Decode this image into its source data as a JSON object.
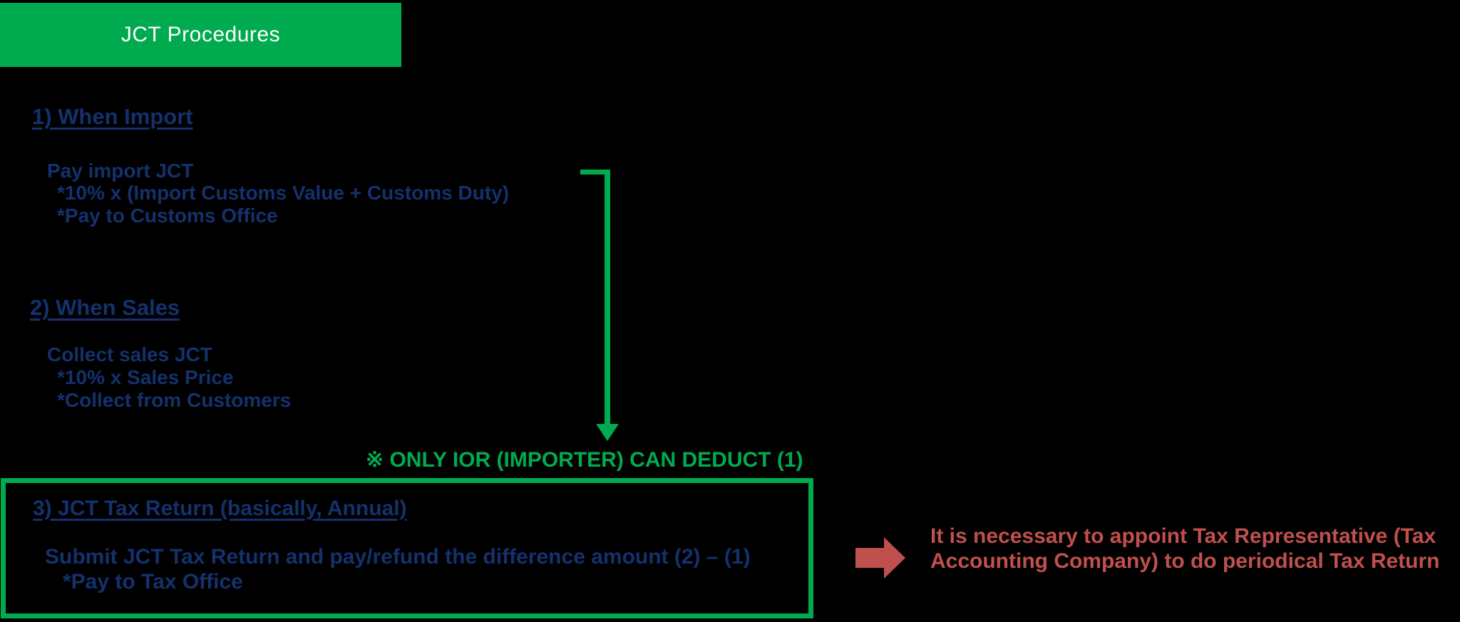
{
  "header": {
    "title": "JCT Procedures"
  },
  "sections": {
    "import": {
      "heading": "1) When Import",
      "line1": "Pay import JCT",
      "line2": "*10% x (Import Customs Value + Customs Duty)",
      "line3": "*Pay to Customs Office"
    },
    "sales": {
      "heading": "2) When Sales",
      "line1": "Collect sales JCT",
      "line2": "*10% x Sales Price",
      "line3": "*Collect from Customers"
    },
    "tax_return": {
      "heading": "3) JCT Tax Return (basically, Annual)",
      "line1": "Submit JCT Tax Return and pay/refund the difference amount (2) – (1)",
      "line2": "*Pay to Tax Office"
    }
  },
  "note": {
    "text": "※ ONLY IOR (IMPORTER) CAN DEDUCT (1)"
  },
  "callout": {
    "line1": "It is necessary to appoint Tax Representative (Tax",
    "line2": "Accounting Company) to do periodical Tax Return"
  },
  "colors": {
    "green": "#00AB4F",
    "navy": "#14316D",
    "red": "#C0504D",
    "title_text": "#FFFFFF",
    "background": "#000000"
  }
}
